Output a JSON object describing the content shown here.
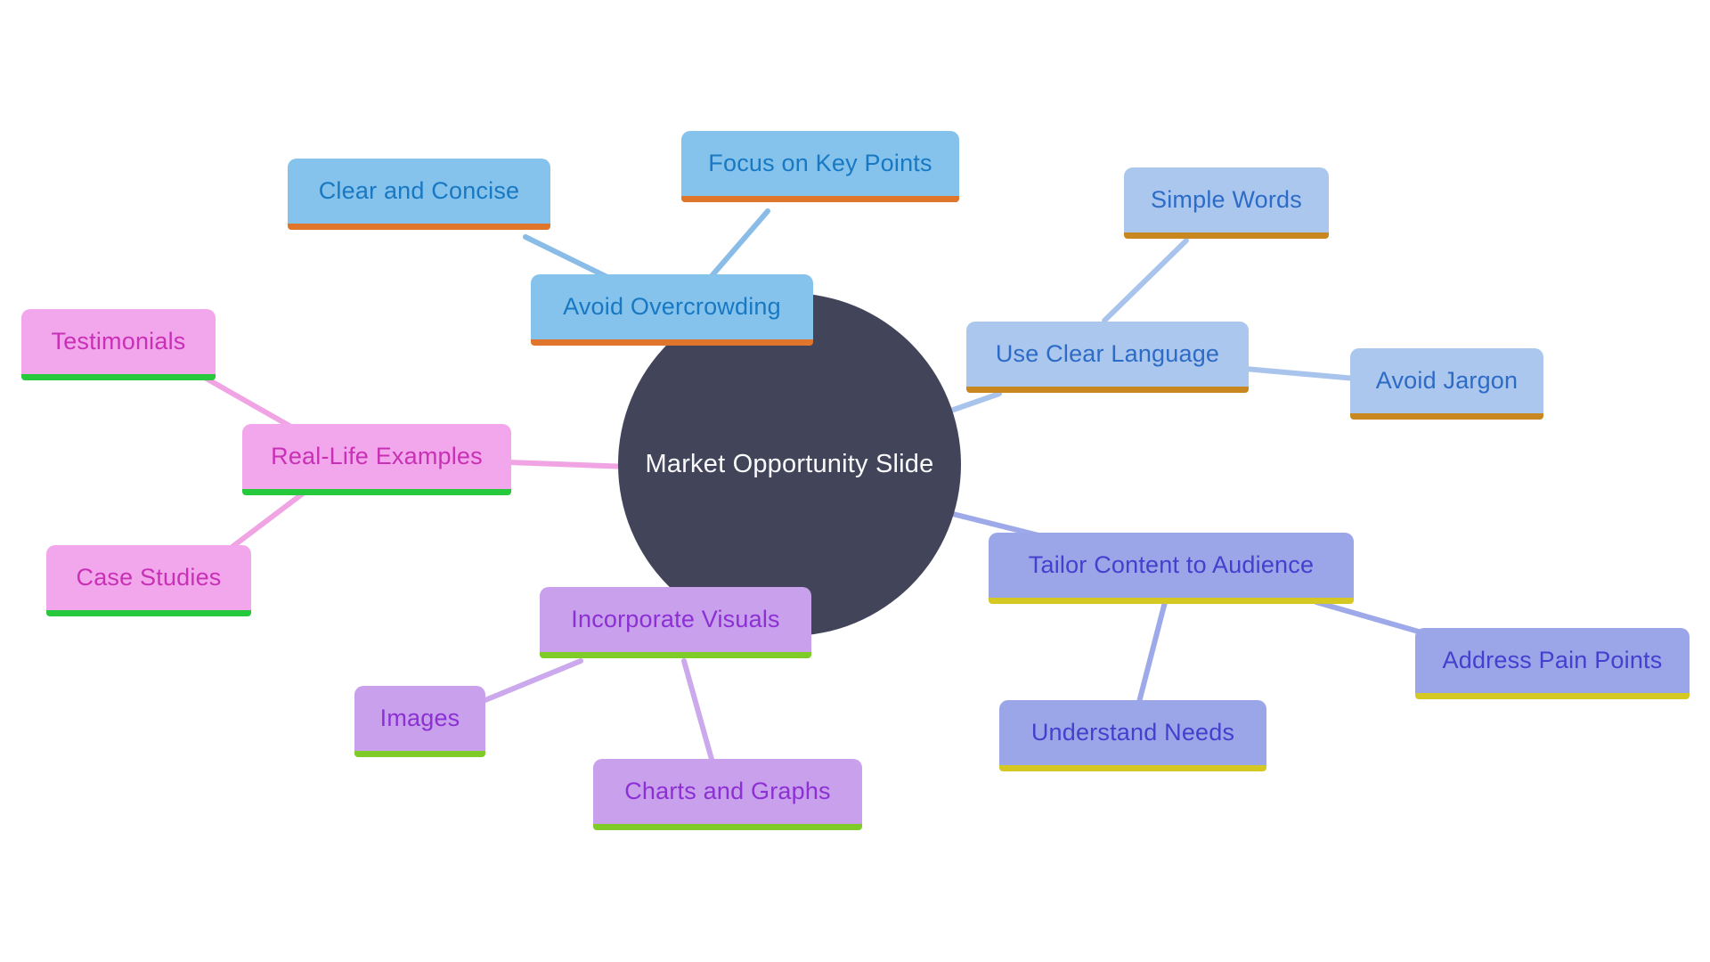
{
  "diagram": {
    "type": "mindmap",
    "background": "#FFFFFF"
  },
  "palette": {
    "center": {
      "fill": "#42455A",
      "text": "#FAFAFC"
    },
    "blue": {
      "fill": "#85C3EC",
      "text": "#1878C2",
      "underline": "#E0762B",
      "line": "#8ABCE8"
    },
    "paleblue": {
      "fill": "#ABC7EE",
      "text": "#2C6BC6",
      "underline": "#C9881F",
      "line": "#A9C4EC"
    },
    "pink": {
      "fill": "#F2A6EB",
      "text": "#C830B6",
      "underline": "#27C93C",
      "line": "#F0A4E4"
    },
    "purple": {
      "fill": "#C8A0EC",
      "text": "#8C30D4",
      "underline": "#7FCC28",
      "line": "#CBA9EC"
    },
    "periwinkle": {
      "fill": "#9BA6E9",
      "text": "#4340CE",
      "underline": "#D5C822",
      "line": "#9DA9E9"
    }
  },
  "nodes": {
    "center": {
      "label": "Market Opportunity Slide"
    },
    "avoid_overcrowding": {
      "label": "Avoid Overcrowding"
    },
    "clear_and_concise": {
      "label": "Clear and Concise"
    },
    "focus_on_key_points": {
      "label": "Focus on Key Points"
    },
    "use_clear_language": {
      "label": "Use Clear Language"
    },
    "simple_words": {
      "label": "Simple Words"
    },
    "avoid_jargon": {
      "label": "Avoid Jargon"
    },
    "real_life_examples": {
      "label": "Real-Life Examples"
    },
    "testimonials": {
      "label": "Testimonials"
    },
    "case_studies": {
      "label": "Case Studies"
    },
    "incorporate_visuals": {
      "label": "Incorporate Visuals"
    },
    "images": {
      "label": "Images"
    },
    "charts_and_graphs": {
      "label": "Charts and Graphs"
    },
    "tailor_content_to_audience": {
      "label": "Tailor Content to Audience"
    },
    "understand_needs": {
      "label": "Understand Needs"
    },
    "address_pain_points": {
      "label": "Address Pain Points"
    }
  },
  "edges": [
    {
      "from": "center",
      "to": "avoid_overcrowding",
      "branch": "blue"
    },
    {
      "from": "avoid_overcrowding",
      "to": "clear_and_concise",
      "branch": "blue"
    },
    {
      "from": "avoid_overcrowding",
      "to": "focus_on_key_points",
      "branch": "blue"
    },
    {
      "from": "center",
      "to": "use_clear_language",
      "branch": "paleblue"
    },
    {
      "from": "use_clear_language",
      "to": "simple_words",
      "branch": "paleblue"
    },
    {
      "from": "use_clear_language",
      "to": "avoid_jargon",
      "branch": "paleblue"
    },
    {
      "from": "center",
      "to": "real_life_examples",
      "branch": "pink"
    },
    {
      "from": "real_life_examples",
      "to": "testimonials",
      "branch": "pink"
    },
    {
      "from": "real_life_examples",
      "to": "case_studies",
      "branch": "pink"
    },
    {
      "from": "center",
      "to": "incorporate_visuals",
      "branch": "purple"
    },
    {
      "from": "incorporate_visuals",
      "to": "images",
      "branch": "purple"
    },
    {
      "from": "incorporate_visuals",
      "to": "charts_and_graphs",
      "branch": "purple"
    },
    {
      "from": "center",
      "to": "tailor_content_to_audience",
      "branch": "periwinkle"
    },
    {
      "from": "tailor_content_to_audience",
      "to": "understand_needs",
      "branch": "periwinkle"
    },
    {
      "from": "tailor_content_to_audience",
      "to": "address_pain_points",
      "branch": "periwinkle"
    }
  ]
}
